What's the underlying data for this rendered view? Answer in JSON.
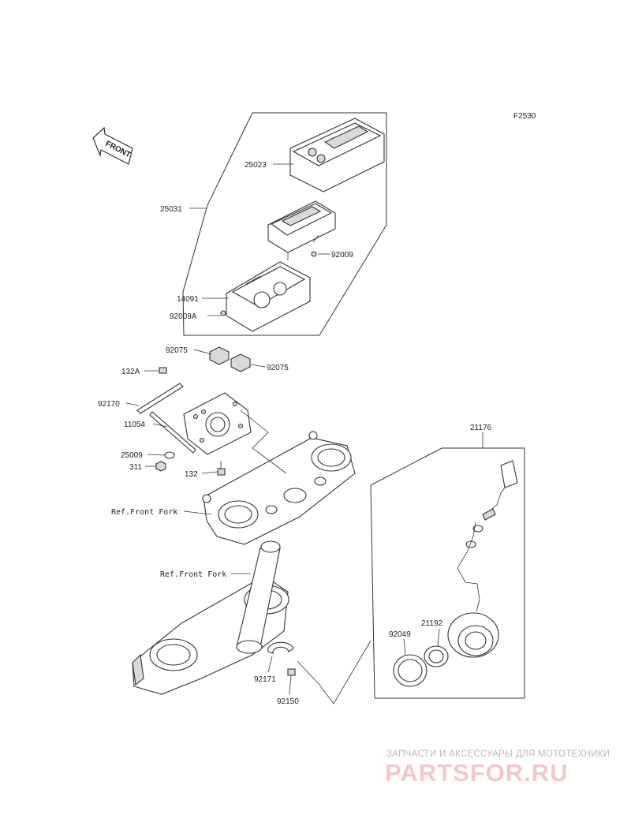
{
  "diagram_code": "F2530",
  "front_label": "FRONT",
  "parts": [
    {
      "id": "25023"
    },
    {
      "id": "25031"
    },
    {
      "id": "92009"
    },
    {
      "id": "14091"
    },
    {
      "id": "92009A"
    },
    {
      "id": "92075"
    },
    {
      "id": "92075"
    },
    {
      "id": "132A"
    },
    {
      "id": "92170"
    },
    {
      "id": "11054"
    },
    {
      "id": "25009"
    },
    {
      "id": "311"
    },
    {
      "id": "132"
    },
    {
      "id": "21176"
    },
    {
      "id": "21192"
    },
    {
      "id": "92049"
    },
    {
      "id": "92171"
    },
    {
      "id": "92150"
    }
  ],
  "references": [
    "Ref.Front Fork",
    "Ref.Front Fork"
  ],
  "watermark": {
    "subtitle": "ЗАПЧАСТИ И АКСЕССУАРЫ ДЛЯ МОТОТЕХНИКИ",
    "logo": "PARTSFOR.RU"
  }
}
